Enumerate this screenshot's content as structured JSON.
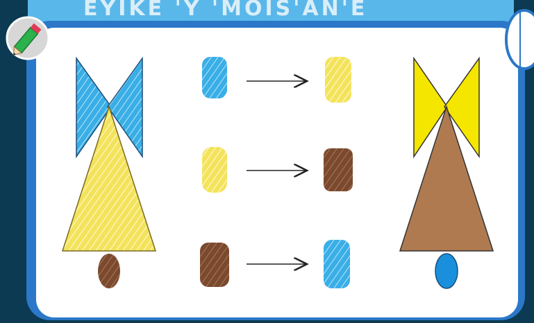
{
  "header": {
    "title_fragment": "EYIKE 'Y 'MOIS'AN'E",
    "pencil_icon": "pencil-icon",
    "side_tab_icon": "tab-icon"
  },
  "colors": {
    "background": "#0b3a52",
    "frame_blue": "#2b78c8",
    "panel": "#ffffff",
    "blue": "#3aaee6",
    "yellow": "#f3e35c",
    "brown": "#7b4a2e",
    "solid_blue": "#1a8fdc",
    "solid_yellow": "#f5e600",
    "solid_brown": "#b07a50",
    "arrow": "#222222"
  },
  "left_figure": {
    "bow": "blue",
    "body": "yellow",
    "base": "brown"
  },
  "color_mapping": [
    {
      "from": "blue",
      "to": "yellow"
    },
    {
      "from": "yellow",
      "to": "brown"
    },
    {
      "from": "brown",
      "to": "blue"
    }
  ],
  "right_figure": {
    "bow": "yellow",
    "body": "brown",
    "base": "blue"
  }
}
